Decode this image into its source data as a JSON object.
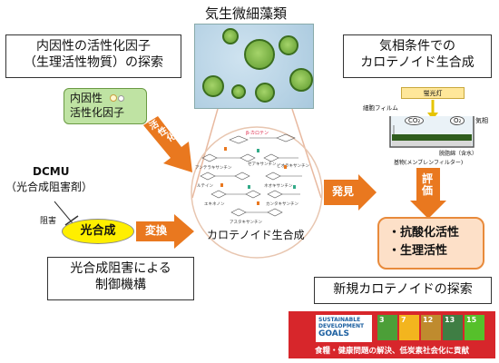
{
  "microalgae_title": "気生微細藻類",
  "endogenous_box": {
    "line1": "内因性の活性化因子",
    "line2": "（生理活性物質）の探索"
  },
  "gasphase_box": {
    "line1": "気相条件での",
    "line2": "カロテノイド生合成"
  },
  "factor_tag": {
    "line1": "内因性",
    "line2": "活性化因子"
  },
  "activation_label": [
    "活",
    "性",
    "化"
  ],
  "dcmu": {
    "name": "DCMU",
    "desc": "（光合成阻害剤）",
    "inhibit": "阻害"
  },
  "photosynthesis": "光合成",
  "conversion": "変換",
  "carotenoid_biosynthesis": "カロテノイド生合成",
  "discovery": "発見",
  "evaluation": [
    "評",
    "価"
  ],
  "inhibition_box": {
    "line1": "光合成阻害による",
    "line2": "制御機構"
  },
  "results": [
    "・抗酸化活性",
    "・生理活性"
  ],
  "new_carotenoid": "新規カロテノイドの探索",
  "apparatus": {
    "lamp": "蛍光灯",
    "film": "細胞フィルム",
    "co2": "CO₂",
    "o2": "O₂",
    "air": "気相",
    "dehydration": "脱脂綿（含水）",
    "substrate": "基物(メンブレンフィルター)"
  },
  "pathway_labels": [
    "β-カロテン",
    "ゼアキサンチン",
    "アンテラキサンチン",
    "ビオラキサンチン",
    "ルテイン",
    "ネオキサンチン",
    "エキネノン",
    "カンタキサンチン",
    "アスタキサンチン"
  ],
  "sdg": {
    "goals_line1": "SUSTAINABLE",
    "goals_line2": "DEVELOPMENT",
    "goals_line3": "GOALS",
    "icons": [
      "3",
      "7",
      "12",
      "13",
      "15"
    ],
    "caption": "食糧・健康問題の解決、低炭素社会化に貢献"
  },
  "colors": {
    "orange": "#e9781f",
    "green_tag": "#bfe3a3",
    "yellow": "#ffef00",
    "sdg_red": "#d7262b"
  }
}
